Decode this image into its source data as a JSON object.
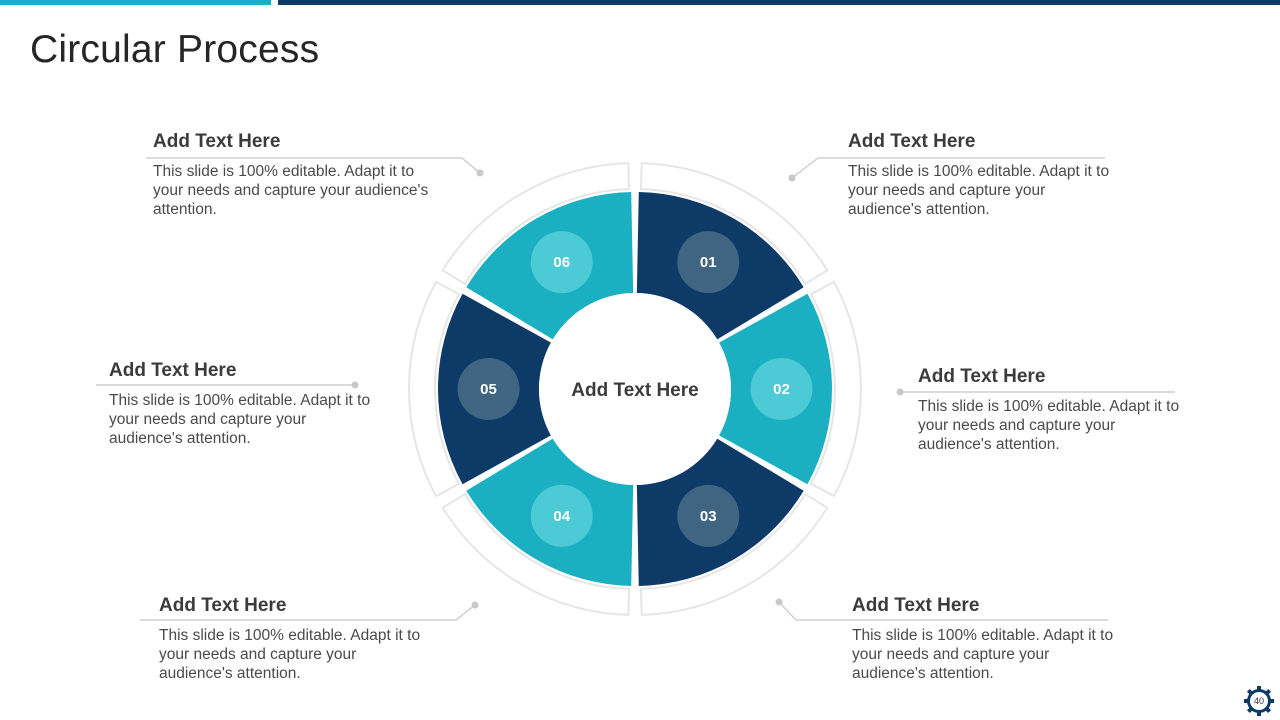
{
  "slide": {
    "title": "Circular Process",
    "page_number": "40"
  },
  "colors": {
    "teal": "#1ab0c2",
    "navy": "#0d3a66",
    "teal_circle": "#4ccad6",
    "navy_circle": "#3f6583",
    "outer_ring": "#e6e6e6",
    "leader_line": "#c8c8c8"
  },
  "diagram": {
    "center_label": "Add Text Here",
    "segments": [
      {
        "number": "01",
        "color": "navy"
      },
      {
        "number": "02",
        "color": "teal"
      },
      {
        "number": "03",
        "color": "navy"
      },
      {
        "number": "04",
        "color": "teal"
      },
      {
        "number": "05",
        "color": "navy"
      },
      {
        "number": "06",
        "color": "teal"
      }
    ]
  },
  "callouts": [
    {
      "heading": "Add Text Here",
      "body": "This slide is 100% editable. Adapt it to your needs and capture your audience's attention."
    },
    {
      "heading": "Add Text Here",
      "body": "This slide is 100% editable. Adapt it to your needs and capture your audience's attention."
    },
    {
      "heading": "Add Text Here",
      "body": "This slide is 100% editable. Adapt it to your needs and capture your audience's attention."
    },
    {
      "heading": "Add Text Here",
      "body": "This slide is 100% editable. Adapt it to your needs and capture your audience's attention."
    },
    {
      "heading": "Add Text Here",
      "body": "This slide is 100% editable. Adapt it to your needs and capture your audience's attention."
    },
    {
      "heading": "Add Text Here",
      "body": "This slide is 100% editable. Adapt it to your needs and capture your audience's attention."
    }
  ]
}
